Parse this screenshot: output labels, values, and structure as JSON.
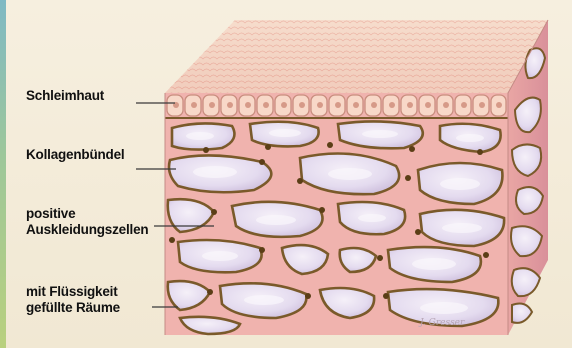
{
  "labels": {
    "schleimhaut": "Schleimhaut",
    "kollagen": "Kollagenbündel",
    "positive_line1": "positive",
    "positive_line2": "Auskleidungszellen",
    "raeume_line1": "mit Flüssigkeit",
    "raeume_line2": "gefüllte Räume"
  },
  "signature": "J. Gresser",
  "colors": {
    "background": "#f3ebd9",
    "mucosa_top": "#f2bfb0",
    "tissue_pink": "#f0b6b0",
    "collagen_brown": "#7a5a2a",
    "fluid_lilac": "#e7def0",
    "leader_line": "#3a3a3a"
  }
}
